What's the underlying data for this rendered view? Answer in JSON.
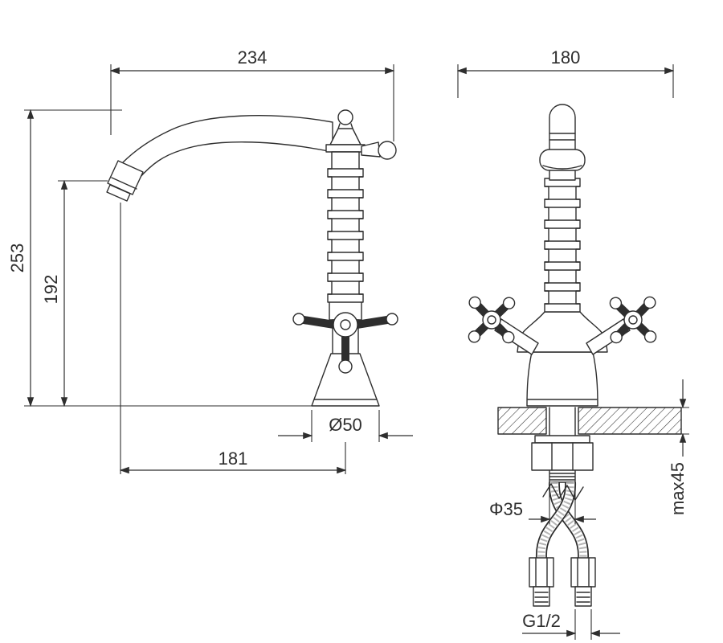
{
  "side_view": {
    "reach": "234",
    "total_height": "253",
    "spout_height": "192",
    "base_diameter": "Ø50",
    "spout_offset": "181"
  },
  "front_view": {
    "overall_width": "180",
    "mount_hole_diameter": "Φ35",
    "max_deck_thickness": "max45",
    "hose_thread": "G1/2"
  },
  "colors": {
    "line": "#2e2e2e",
    "background": "#ffffff"
  }
}
